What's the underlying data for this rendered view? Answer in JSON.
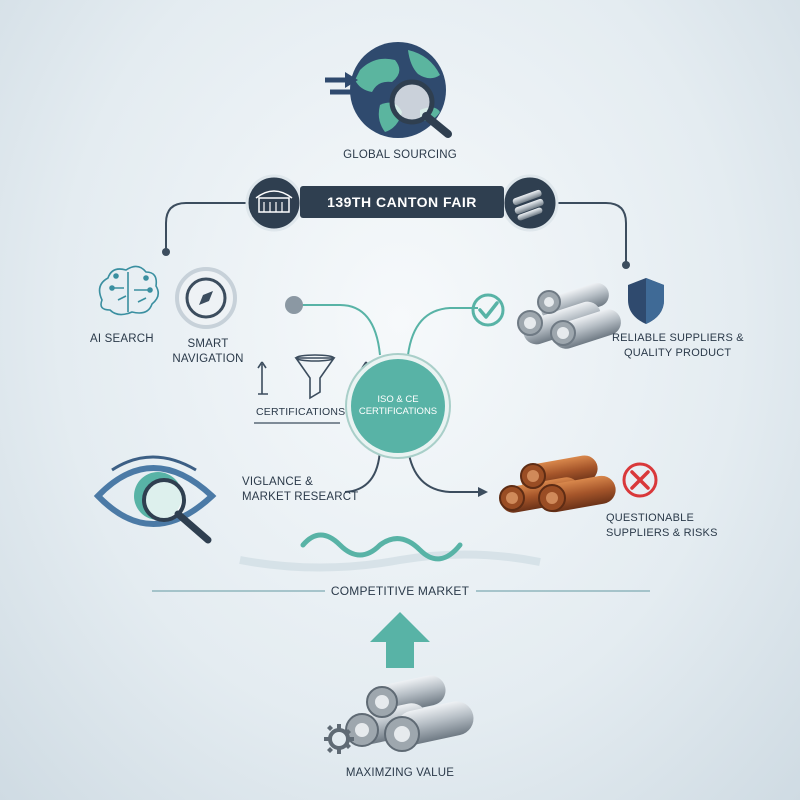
{
  "diagram": {
    "top_label": "GLOBAL SOURCING",
    "banner": "139TH CANTON FAIR",
    "left_labels": {
      "ai_search": "AI SEARCH",
      "smart_navigation_1": "SMART",
      "smart_navigation_2": "NAVIGATION",
      "certifications": "CERTIFICATIONS",
      "vigilance_1": "VIGLANCE &",
      "vigilance_2": "MARKET RESEARCT"
    },
    "hub": {
      "line1": "ISO & CE",
      "line2": "CERTIFICATIONS"
    },
    "right_labels": {
      "reliable_1": "RELIABLE SUPPLIERS &",
      "reliable_2": "QUALITY PRODUCT",
      "questionable_1": "QUESTIONABLE",
      "questionable_2": "SUPPLIERS & RISKS"
    },
    "bottom": {
      "competitive_market": "COMPETITIVE MARKET",
      "maximizing_value": "MAXIMZING VALUE"
    }
  },
  "colors": {
    "teal": "#58b3a6",
    "navy": "#2f3f50",
    "blue": "#4b7aa6",
    "rust": "#b0602e",
    "red": "#d9383a",
    "steel": "#b7bfc6"
  },
  "icons": [
    "globe-search-icon",
    "building-icon",
    "steel-pipes-icon",
    "brain-icon",
    "compass-icon",
    "shield-icon",
    "check-icon",
    "funnel-icon",
    "eye-search-icon",
    "x-icon",
    "gear-icon",
    "up-arrow-icon"
  ]
}
